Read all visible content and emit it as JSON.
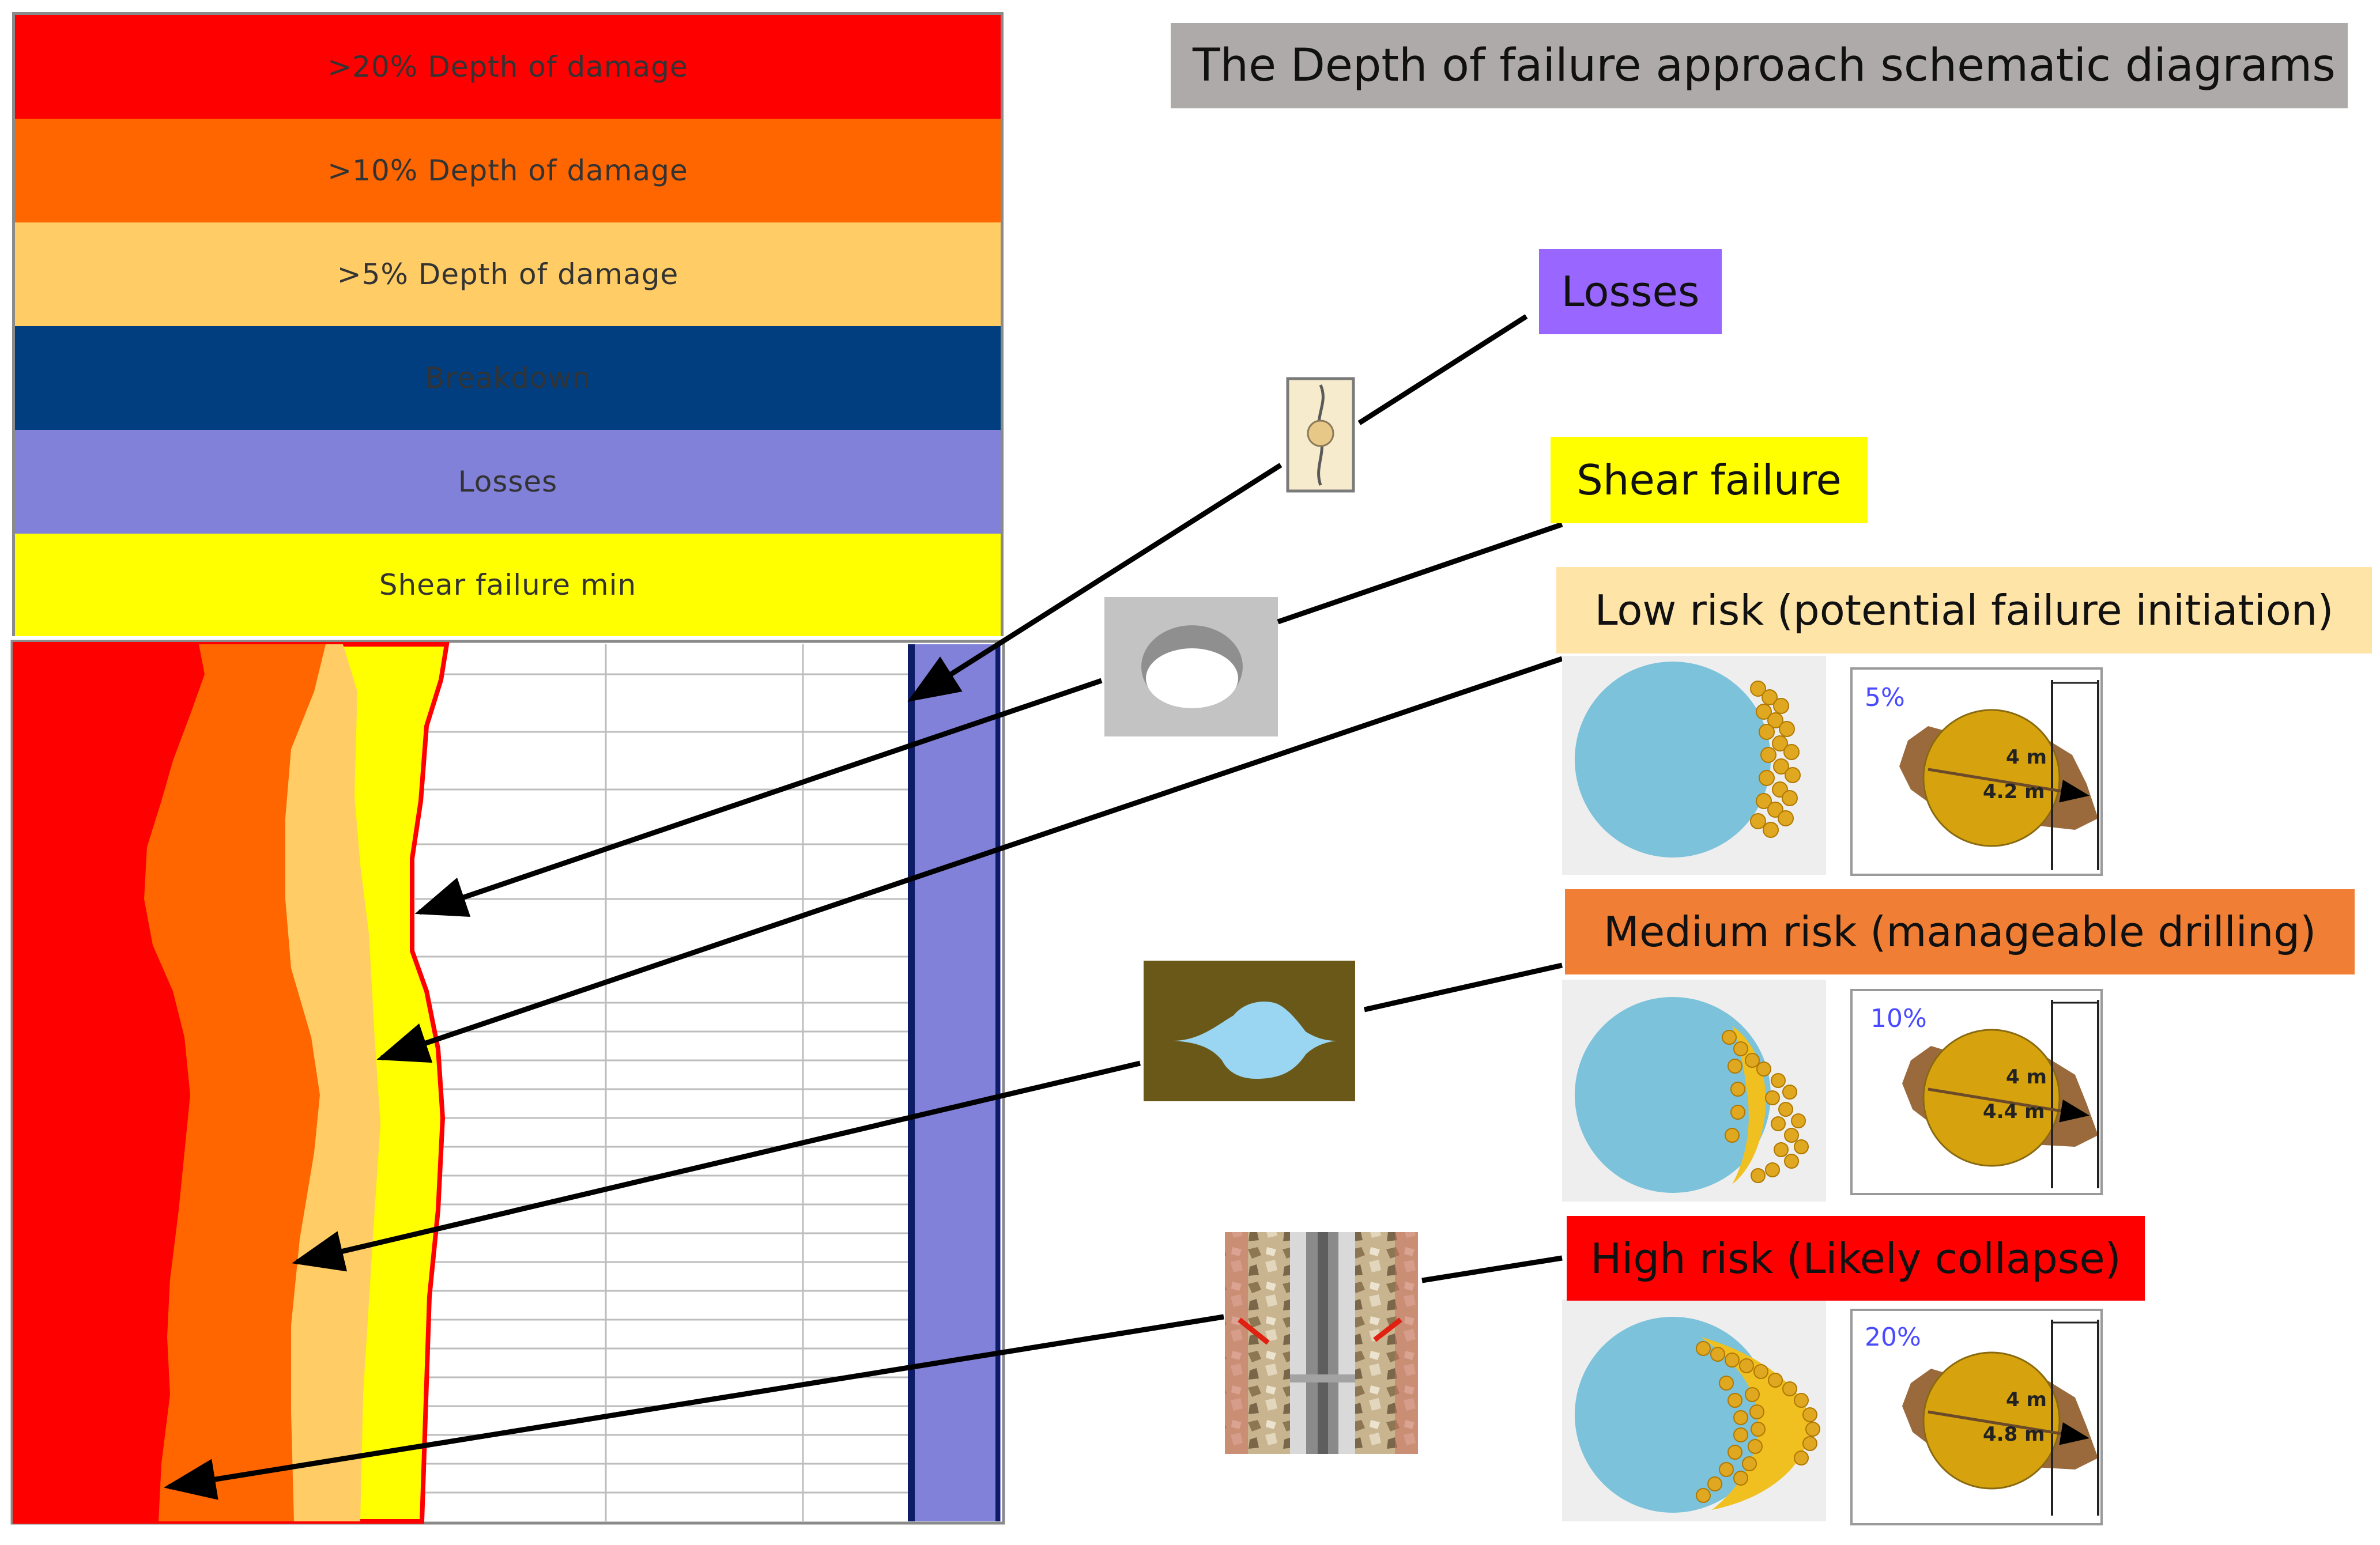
{
  "title": "The Depth of failure approach schematic diagrams",
  "legend": [
    {
      "label": ">20% Depth of damage",
      "color": "#ff0000"
    },
    {
      "label": ">10% Depth of damage",
      "color": "#ff6600"
    },
    {
      "label": ">5% Depth of damage",
      "color": "#ffcc66"
    },
    {
      "label": "Breakdown",
      "color": "#003e80"
    },
    {
      "label": "Losses",
      "color": "#8181d9"
    },
    {
      "label": "Shear failure min",
      "color": "#ffff00"
    }
  ],
  "callouts": {
    "losses": {
      "label": "Losses",
      "color": "#9966ff"
    },
    "shear": {
      "label": "Shear failure",
      "color": "#ffff00"
    },
    "low": {
      "label": "Low risk (potential failure initiation)",
      "color": "#ffe4a8"
    },
    "medium": {
      "label": "Medium risk (manageable drilling)",
      "color": "#f07f35"
    },
    "high": {
      "label": "High risk (Likely collapse)",
      "color": "#ff0000"
    }
  },
  "panels": {
    "low": {
      "percent": "5%",
      "inner": "4 m",
      "outer": "4.2 m"
    },
    "medium": {
      "percent": "10%",
      "inner": "4 m",
      "outer": "4.4 m"
    },
    "high": {
      "percent": "20%",
      "inner": "4 m",
      "outer": "4.8 m"
    }
  }
}
